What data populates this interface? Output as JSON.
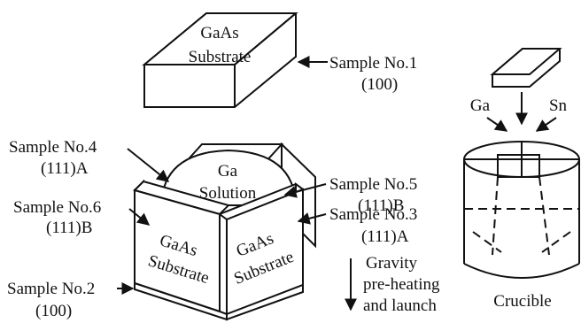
{
  "top_substrate": {
    "line1": "GaAs",
    "line2": "Substrate"
  },
  "samples": {
    "s1": {
      "name": "Sample No.1",
      "orient": "(100)"
    },
    "s2": {
      "name": "Sample No.2",
      "orient": "(100)"
    },
    "s3": {
      "name": "Sample No.3",
      "orient": "(111)A"
    },
    "s4": {
      "name": "Sample No.4",
      "orient": "(111)A"
    },
    "s5": {
      "name": "Sample No.5",
      "orient": "(111)B"
    },
    "s6": {
      "name": "Sample No.6",
      "orient": "(111)B"
    }
  },
  "solution": {
    "line1": "Ga",
    "line2": "Solution"
  },
  "box_left_face": {
    "line1": "GaAs",
    "line2": "Substrate"
  },
  "box_right_face": {
    "line1": "GaAs",
    "line2": "Substrate"
  },
  "gravity": {
    "line1": "Gravity",
    "line2": "pre-heating",
    "line3": "and launch"
  },
  "crucible": {
    "ga": "Ga",
    "sn": "Sn",
    "caption": "Crucible"
  }
}
